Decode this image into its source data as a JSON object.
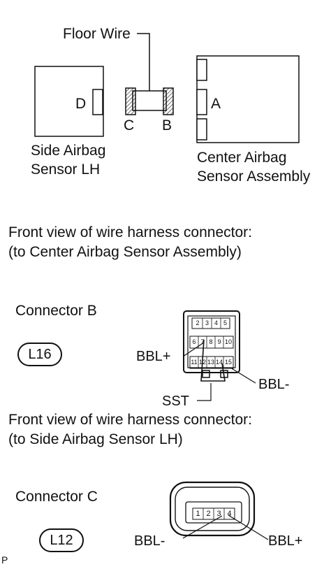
{
  "top": {
    "floor_wire": "Floor Wire",
    "side_sensor": [
      "Side Airbag",
      "Sensor LH"
    ],
    "center_sensor": [
      "Center Airbag",
      "Sensor Assembly"
    ],
    "conn_d": "D",
    "conn_a": "A",
    "conn_c": "C",
    "conn_b": "B"
  },
  "section1": {
    "caption": [
      "Front view of wire harness connector:",
      "(to Center Airbag Sensor Assembly)"
    ],
    "connector_name": "Connector B",
    "code": "L16",
    "pins_row1": [
      "2",
      "3",
      "4",
      "5"
    ],
    "pins_row2": [
      "6",
      "7",
      "8",
      "9",
      "10"
    ],
    "pins_row3": [
      "11",
      "12",
      "13",
      "14",
      "15"
    ],
    "label_pos": "BBL+",
    "label_neg": "BBL-",
    "label_sst": "SST"
  },
  "section2": {
    "caption": [
      "Front view of wire harness connector:",
      "(to Side Airbag Sensor LH)"
    ],
    "connector_name": "Connector C",
    "code": "L12",
    "pins": [
      "1",
      "2",
      "3",
      "4"
    ],
    "label_neg": "BBL-",
    "label_pos": "BBL+"
  },
  "footer": {
    "mark": "P"
  }
}
